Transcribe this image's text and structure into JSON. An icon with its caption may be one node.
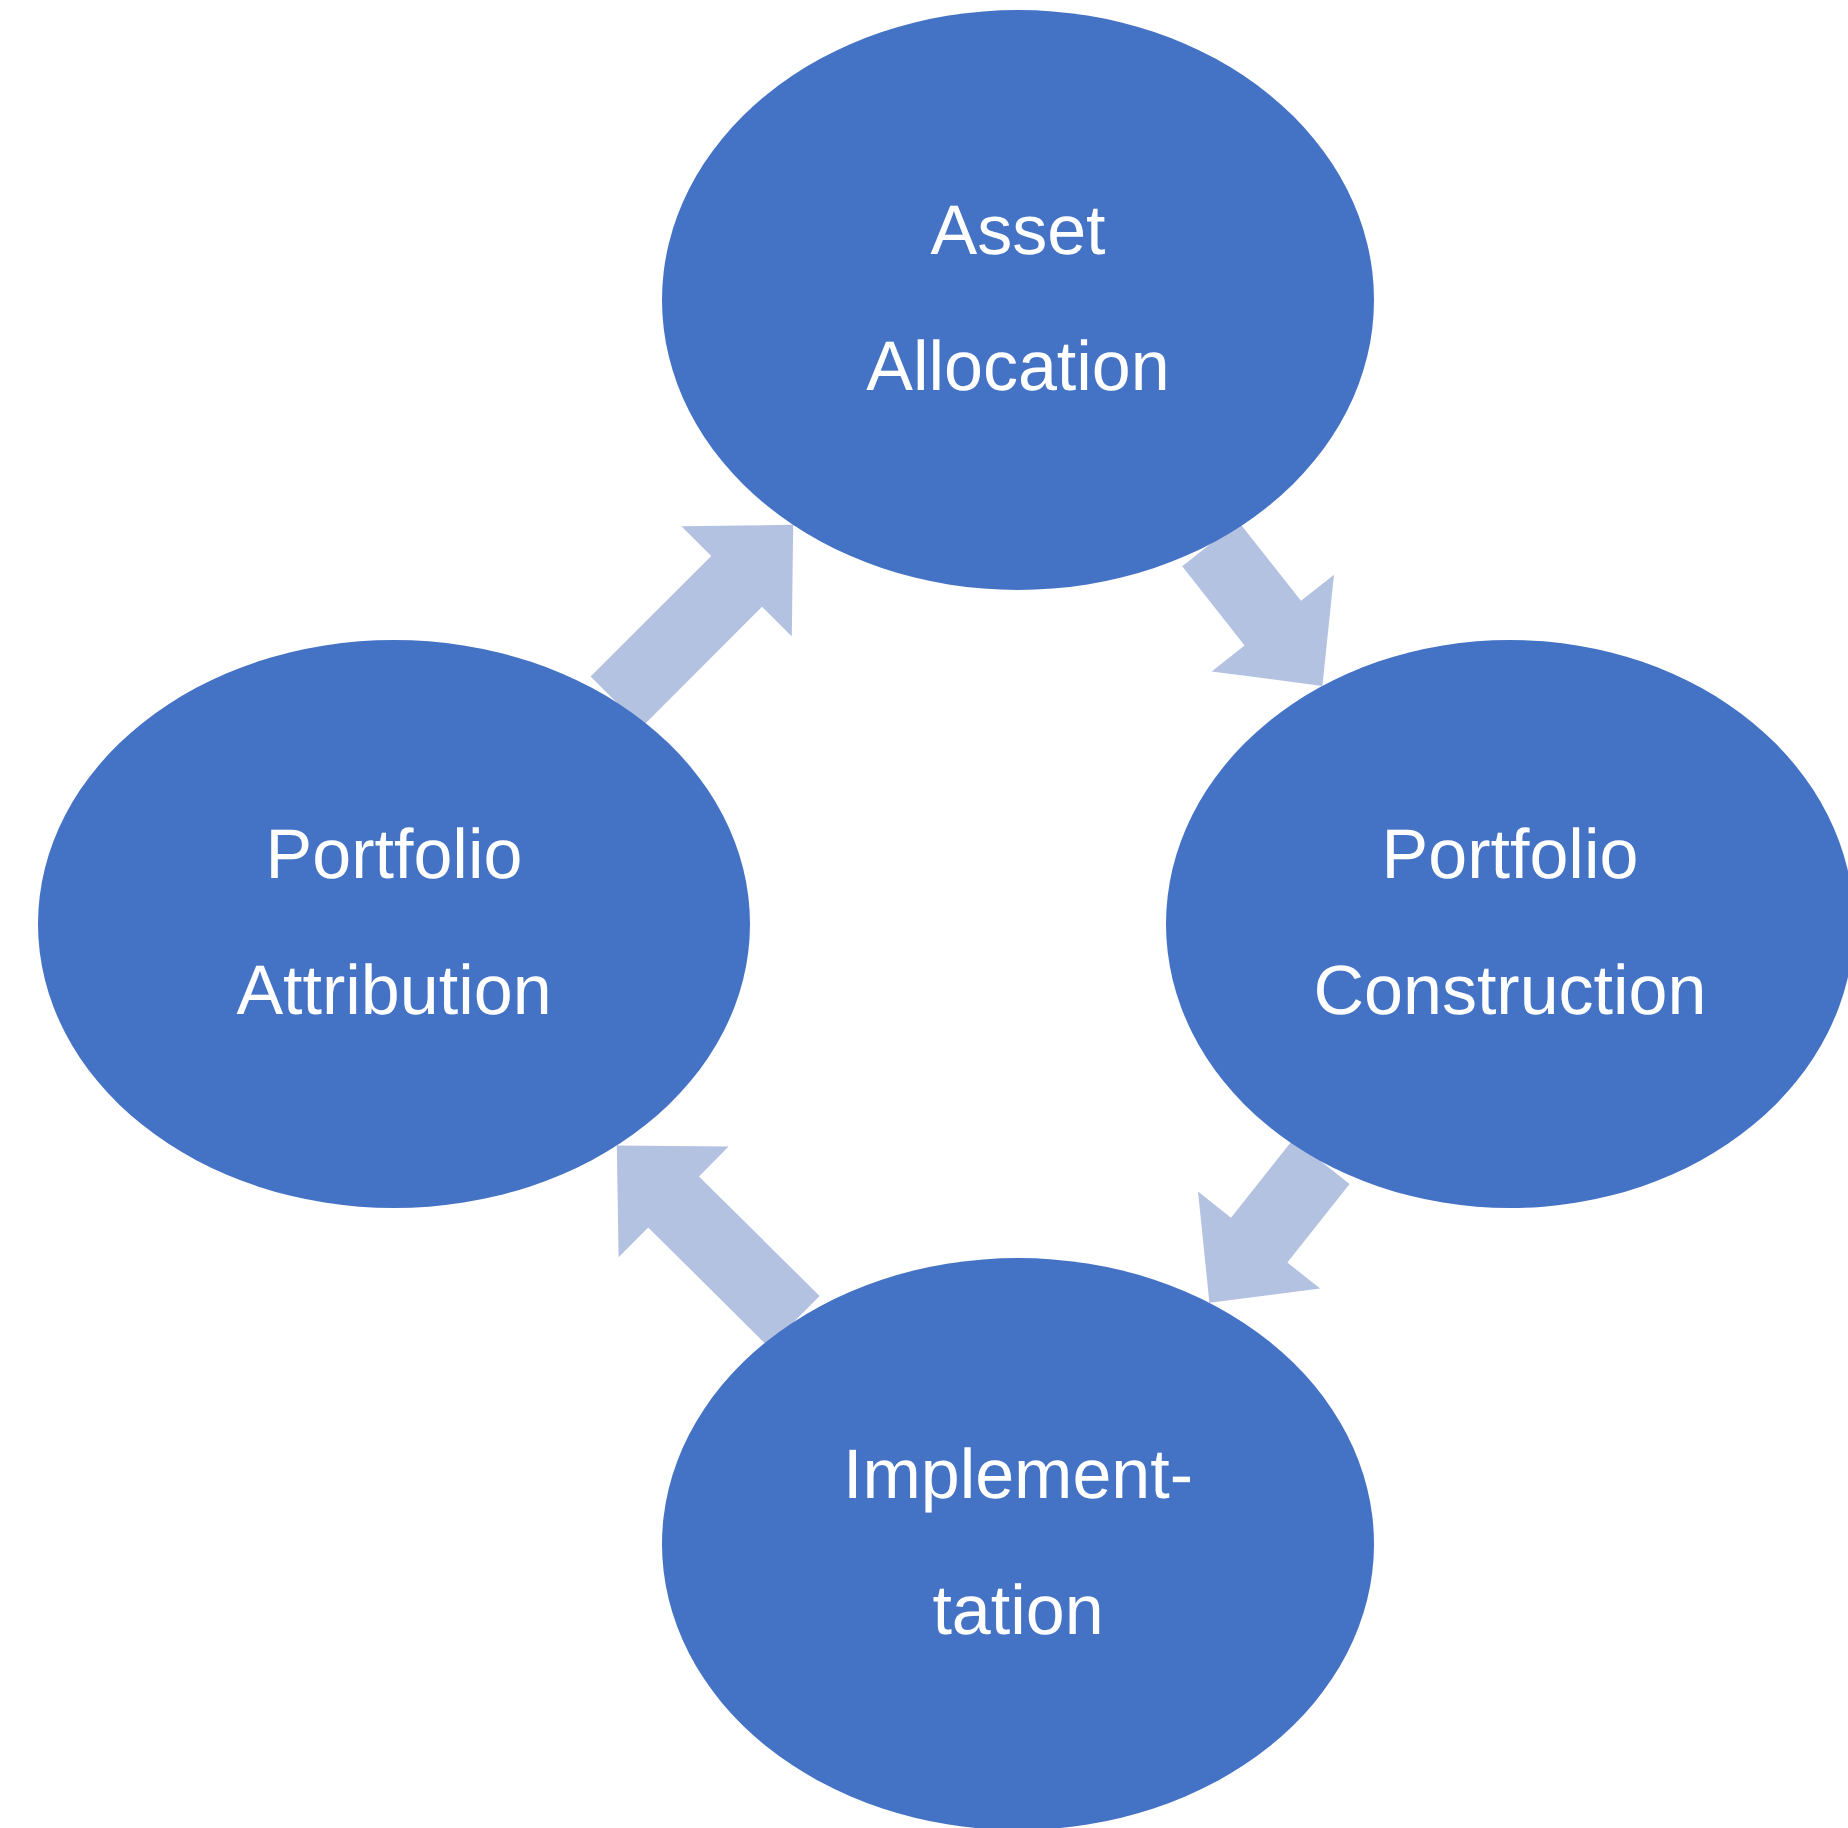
{
  "diagram": {
    "nodes": [
      {
        "text": [
          "Asset Allocation"
        ]
      },
      {
        "text": [
          "Portfolio Construction"
        ]
      },
      {
        "text": [
          "Implement- tation"
        ]
      },
      {
        "text": [
          "Portfolio Attribution"
        ]
      }
    ],
    "edges": [
      {
        "from": 0,
        "to": 1,
        "arrow": "to"
      },
      {
        "from": 1,
        "to": 2,
        "arrow": "to"
      },
      {
        "from": 2,
        "to": 3,
        "arrow": "to"
      },
      {
        "from": 3,
        "to": 0,
        "arrow": "to"
      }
    ]
  }
}
